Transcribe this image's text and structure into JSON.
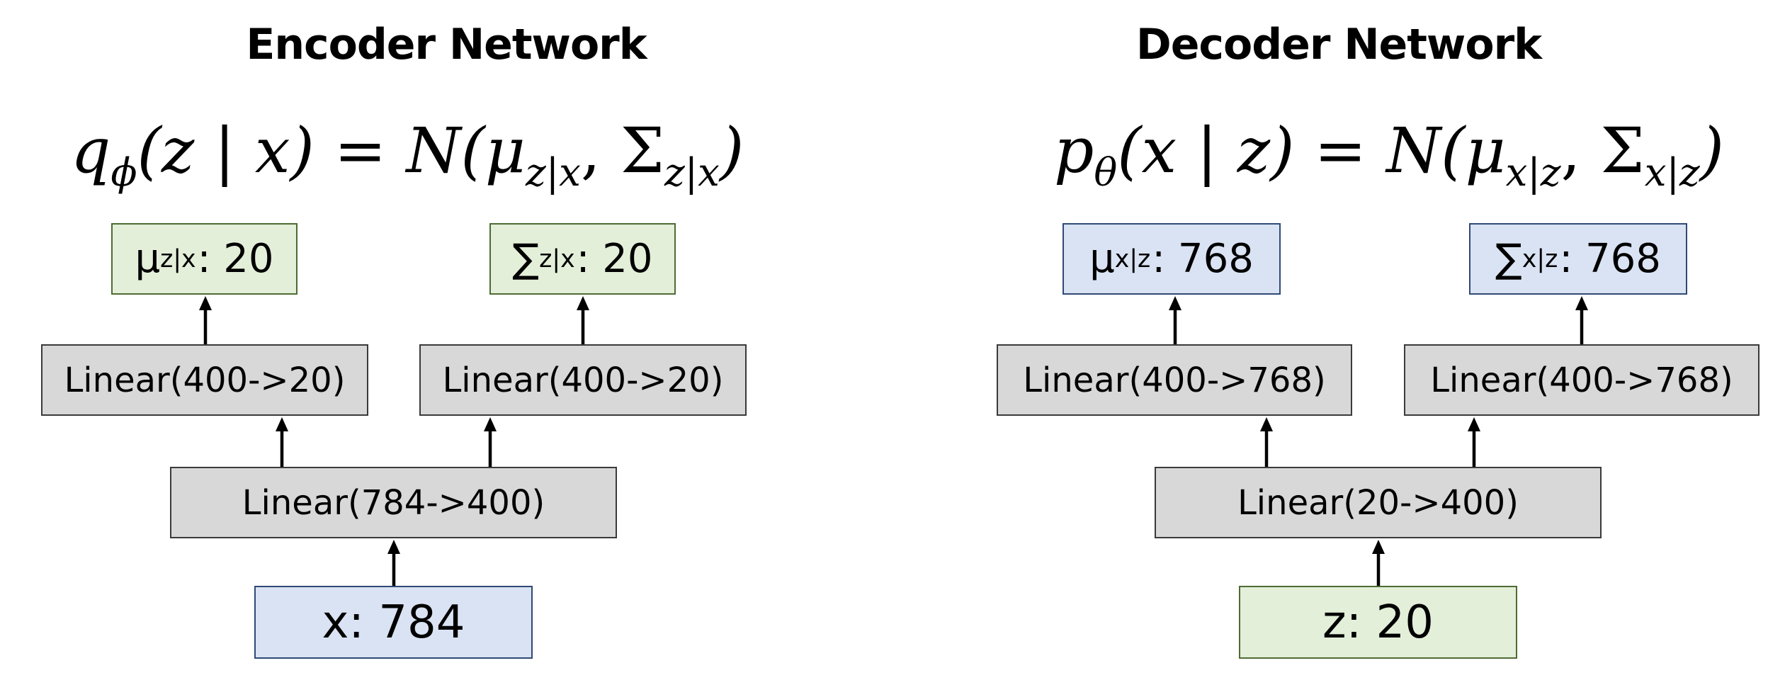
{
  "encoder": {
    "title": "Encoder Network",
    "formula": {
      "q": "q",
      "phi": "ϕ",
      "lhs_args": "(z | x) = N(μ",
      "mu_sub": "z|x",
      "comma_sigma": ", Σ",
      "sigma_sub": "z|x",
      "close": ")"
    },
    "mu_box": {
      "symbol": "μ",
      "sub": "z|x",
      "value": ": 20"
    },
    "sigma_box": {
      "symbol": "∑",
      "sub": "z|x",
      "value": ": 20"
    },
    "linear_mu": "Linear(400->20)",
    "linear_sigma": "Linear(400->20)",
    "linear_hidden": "Linear(784->400)",
    "input": "x: 784"
  },
  "decoder": {
    "title": "Decoder Network",
    "formula": {
      "p": "p",
      "theta": "θ",
      "lhs_args": "(x | z) = N(μ",
      "mu_sub": "x|z",
      "comma_sigma": ", Σ",
      "sigma_sub": "x|z",
      "close": ")"
    },
    "mu_box": {
      "symbol": "μ",
      "sub": "x|z",
      "value": ": 768"
    },
    "sigma_box": {
      "symbol": "∑",
      "sub": "x|z",
      "value": ": 768"
    },
    "linear_mu": "Linear(400->768)",
    "linear_sigma": "Linear(400->768)",
    "linear_hidden": "Linear(20->400)",
    "input": "z: 20"
  },
  "colors": {
    "gray_fill": "#d8d8d8",
    "green_fill": "#e3efd9",
    "blue_fill": "#dae3f3"
  }
}
